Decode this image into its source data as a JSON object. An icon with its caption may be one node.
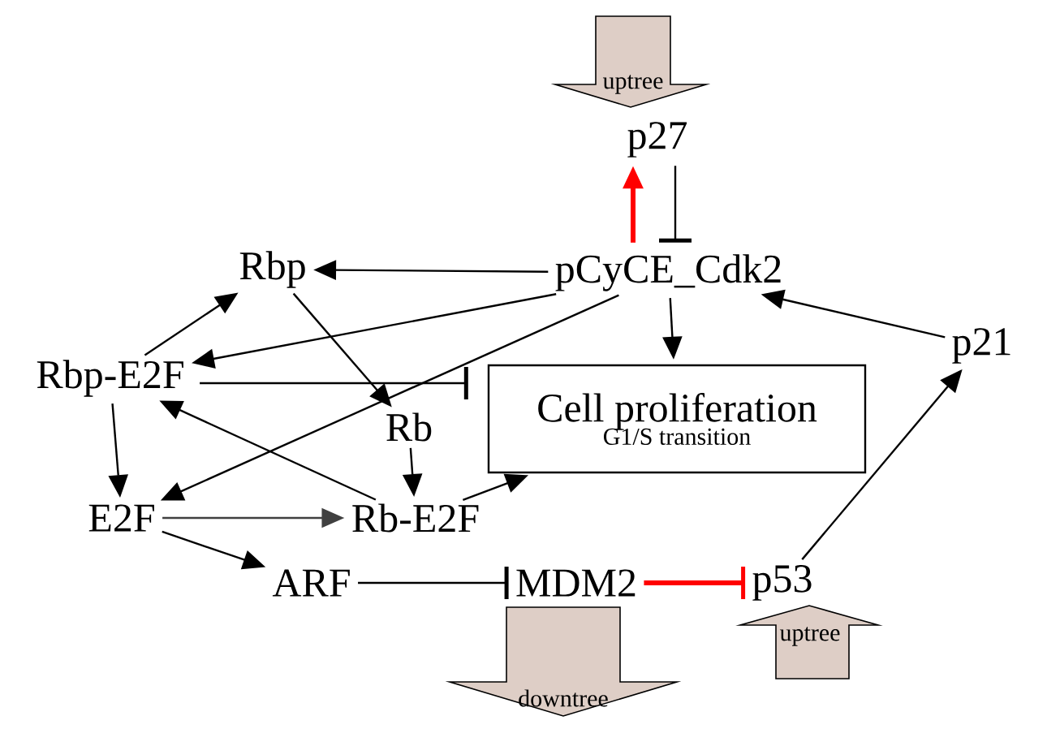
{
  "diagram": {
    "nodes": [
      {
        "text": [
          "uptree"
        ]
      },
      {
        "text": [
          "p27"
        ]
      },
      {
        "text": [
          "Rbp"
        ]
      },
      {
        "text": [
          "pCyCE_Cdk2"
        ]
      },
      {
        "text": [
          "Rbp-E2F"
        ]
      },
      {
        "text": [
          "Cell proliferation",
          "G1/S transition"
        ]
      },
      {
        "text": [
          "p21"
        ]
      },
      {
        "text": [
          "Rb"
        ]
      },
      {
        "text": [
          "E2F"
        ]
      },
      {
        "text": [
          "Rb-E2F"
        ]
      },
      {
        "text": [
          "ARF"
        ]
      },
      {
        "text": [
          "MDM2"
        ]
      },
      {
        "text": [
          "p53"
        ]
      },
      {
        "text": [
          "downtree"
        ]
      },
      {
        "text": [
          "uptree"
        ]
      }
    ],
    "edges": [
      {
        "from": 3,
        "to": 2,
        "arrow": "to"
      },
      {
        "from": 3,
        "to": 4,
        "arrow": "to"
      },
      {
        "from": 3,
        "to": 8,
        "arrow": "to"
      },
      {
        "from": 3,
        "to": 1,
        "arrow": "to",
        "style": "thick",
        "color": "#ff0000"
      },
      {
        "from": 1,
        "to": 3,
        "arrow": "other"
      },
      {
        "from": 3,
        "to": 5,
        "arrow": "to"
      },
      {
        "from": 6,
        "to": 3,
        "arrow": "to"
      },
      {
        "from": 12,
        "to": 6,
        "arrow": "to"
      },
      {
        "from": 4,
        "to": 2,
        "arrow": "to"
      },
      {
        "from": 4,
        "to": 5,
        "arrow": "other"
      },
      {
        "from": 4,
        "to": 8,
        "arrow": "to"
      },
      {
        "from": 2,
        "to": 7,
        "arrow": "to"
      },
      {
        "from": 7,
        "to": 9,
        "arrow": "to"
      },
      {
        "from": 9,
        "to": 4,
        "arrow": "to"
      },
      {
        "from": 9,
        "to": 5,
        "arrow": "to"
      },
      {
        "from": 8,
        "to": 9,
        "arrow": "to",
        "color": "#404040"
      },
      {
        "from": 8,
        "to": 10,
        "arrow": "to"
      },
      {
        "from": 10,
        "to": 11,
        "arrow": "other"
      },
      {
        "from": 11,
        "to": 12,
        "arrow": "other",
        "style": "thick",
        "color": "#ff0000"
      }
    ]
  }
}
